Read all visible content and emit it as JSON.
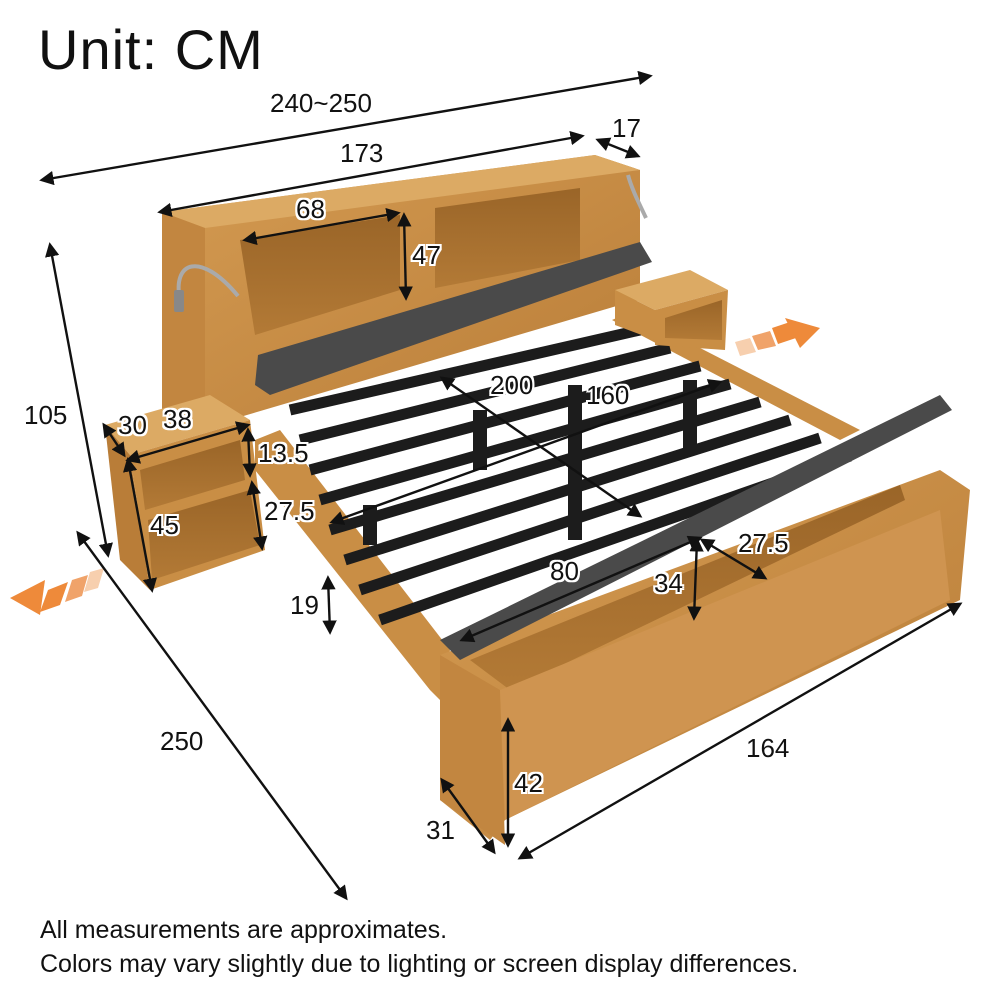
{
  "header": {
    "title": "Unit: CM"
  },
  "dimensions": {
    "total_width": "240~250",
    "headboard_width": "173",
    "headboard_depth": "17",
    "shelf_width": "68",
    "shelf_height": "47",
    "total_height": "105",
    "nightstand_depth": "30",
    "nightstand_width": "38",
    "nightstand_top_gap": "13.5",
    "nightstand_lower_gap": "27.5",
    "nightstand_height": "45",
    "mattress_length": "200",
    "mattress_width": "160",
    "clearance": "19",
    "total_length": "250",
    "bench_compartment_width": "80",
    "bench_compartment_height": "34",
    "bench_compartment_depth": "27.5",
    "bench_width": "164",
    "bench_height": "42",
    "bench_depth": "31"
  },
  "colors": {
    "wood": "#c98e45",
    "wood_dark": "#a26c2e",
    "wood_light": "#dcaa64",
    "upholstery": "#4a4a4a",
    "slats": "#1c1c1c",
    "accent_arrow": "#ee8a3a"
  },
  "footer": {
    "line1": "All measurements are approximates.",
    "line2": "Colors may vary slightly due to lighting or screen display differences."
  }
}
